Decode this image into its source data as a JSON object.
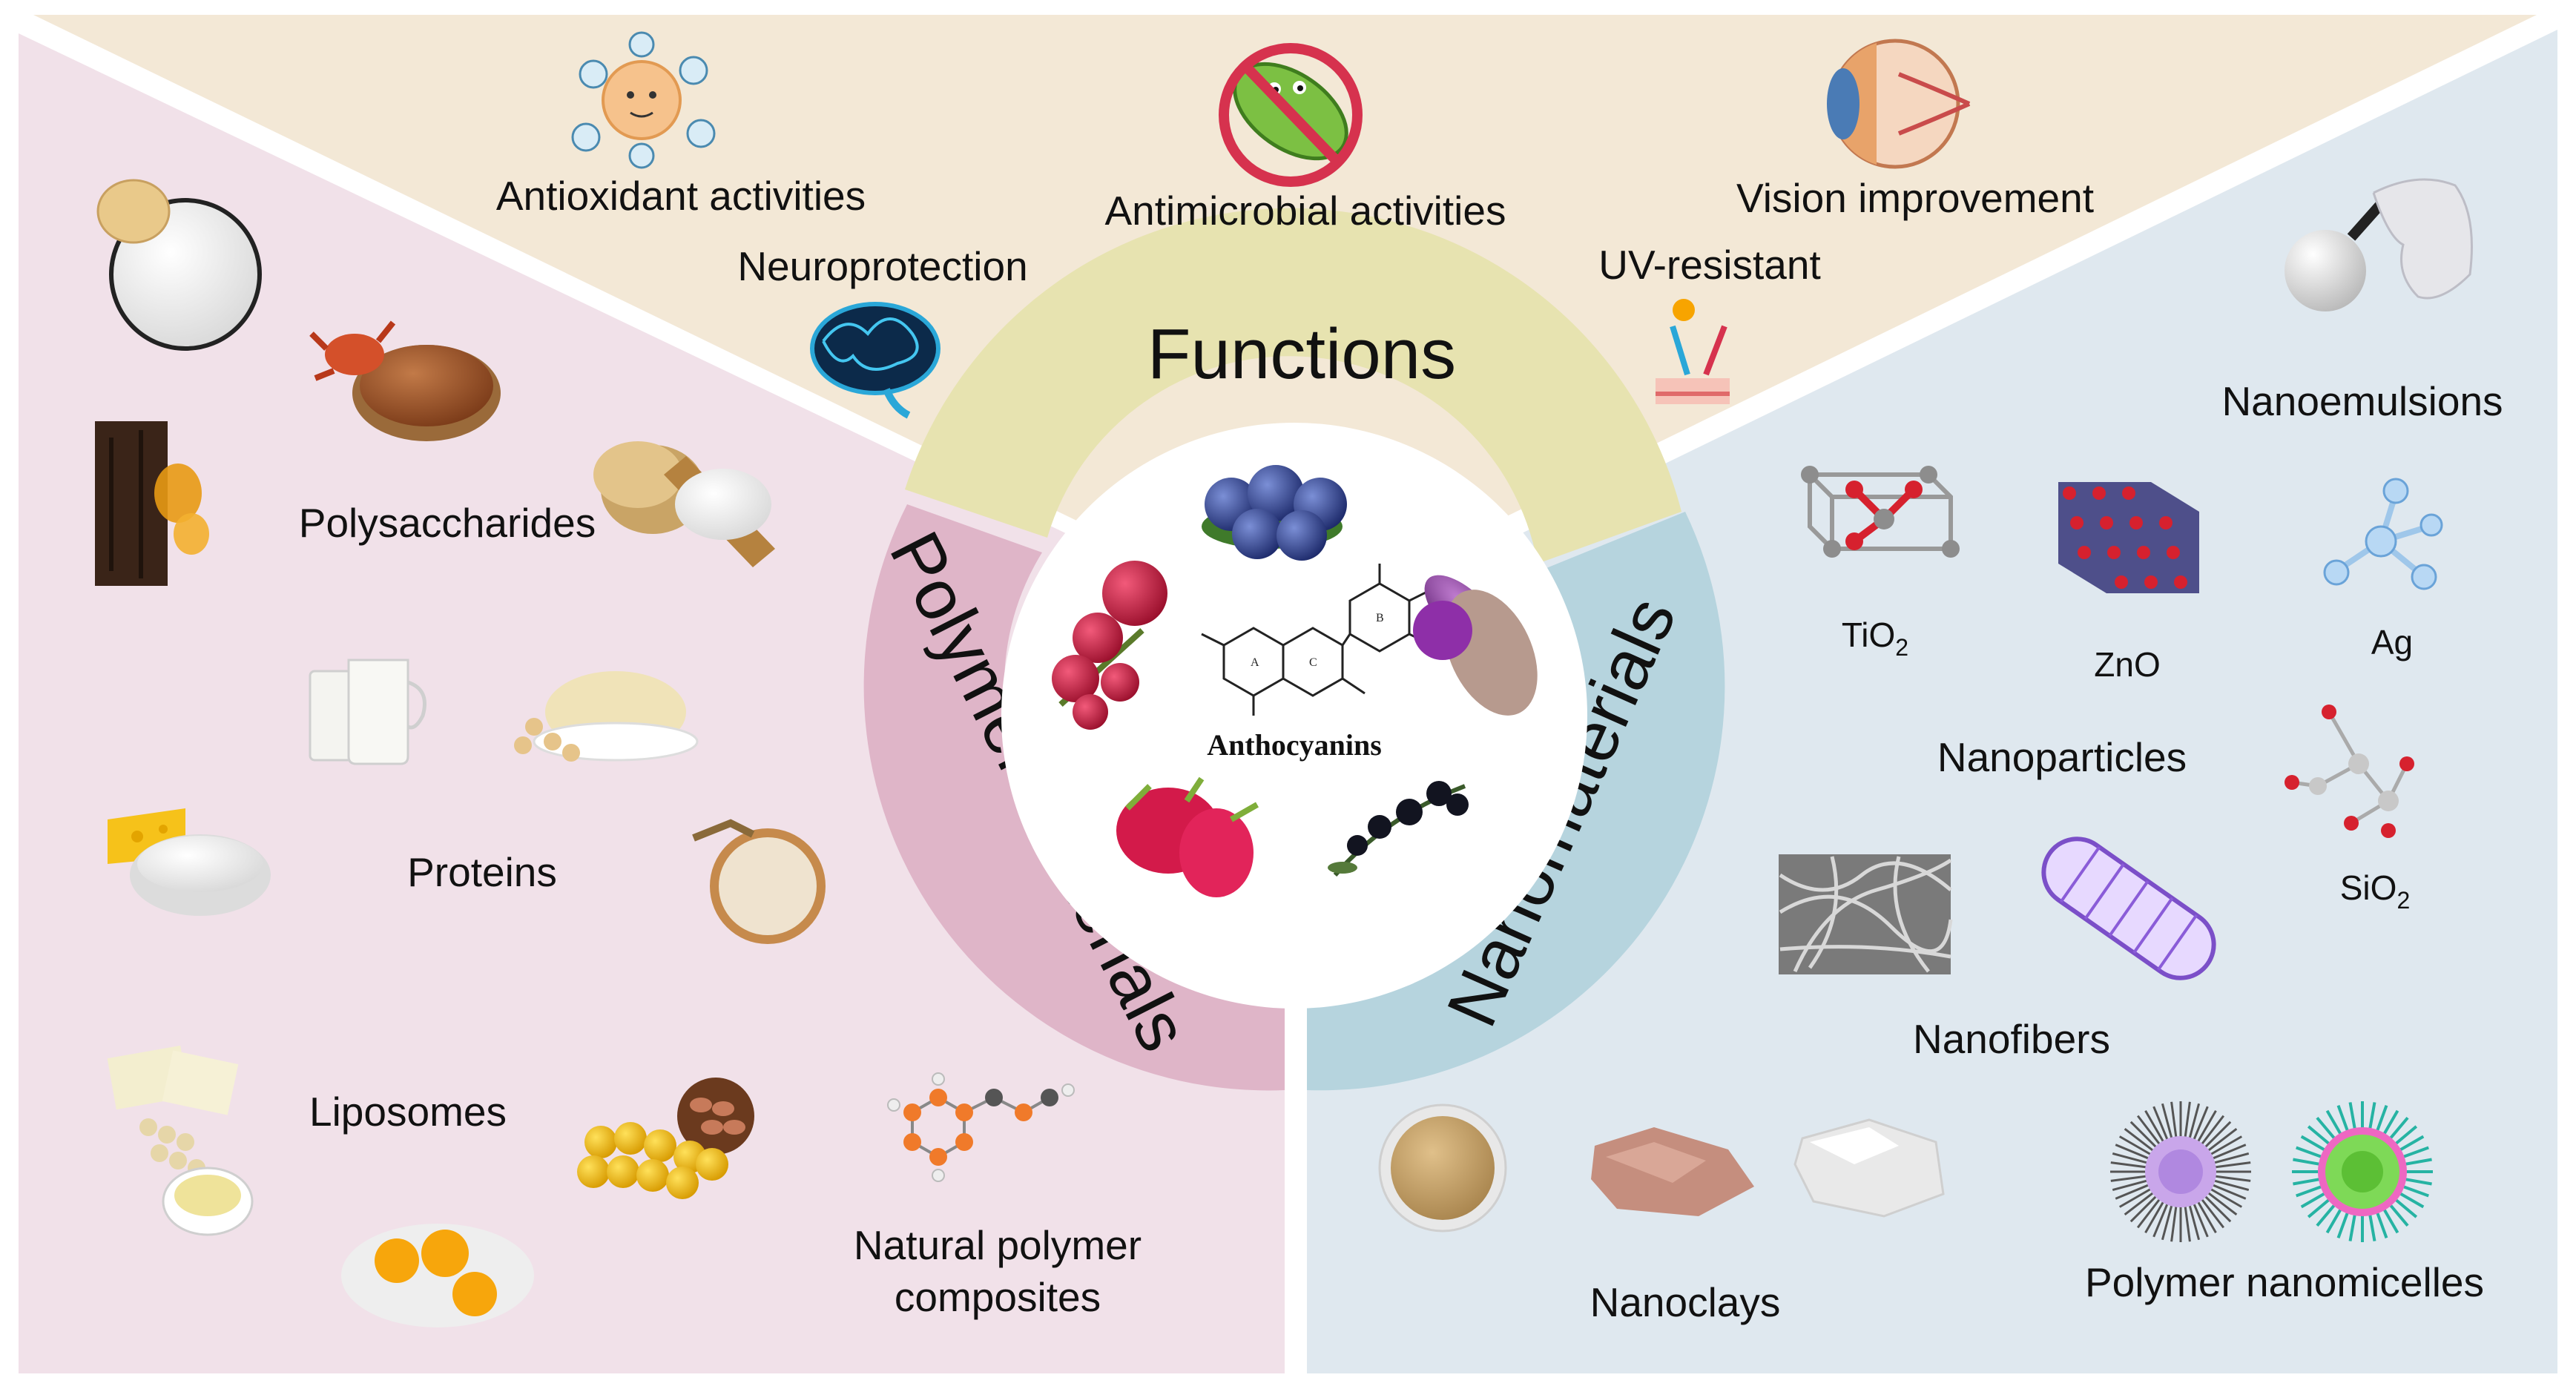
{
  "center": {
    "label": "Anthocyanins"
  },
  "ring": {
    "functions": "Functions",
    "polymer": "Polymer materials",
    "nano": "Nanomaterials"
  },
  "functions": {
    "antioxidant": "Antioxidant activities",
    "antimicrobial": "Antimicrobial activities",
    "vision": "Vision improvement",
    "neuroprotection": "Neuroprotection",
    "uv": "UV-resistant"
  },
  "polymer": {
    "polysaccharides": "Polysaccharides",
    "proteins": "Proteins",
    "liposomes": "Liposomes",
    "composites_line1": "Natural polymer",
    "composites_line2": "composites"
  },
  "nano": {
    "nanoemulsions": "Nanoemulsions",
    "tio2_base": "TiO",
    "tio2_sub": "2",
    "zno": "ZnO",
    "ag": "Ag",
    "nanoparticles": "Nanoparticles",
    "sio2_base": "SiO",
    "sio2_sub": "2",
    "nanofibers": "Nanofibers",
    "nanoclays": "Nanoclays",
    "micelles": "Polymer nanomicelles"
  },
  "colors": {
    "functions_bg": "#f3e8d6",
    "polymer_bg": "#f1e1e9",
    "nano_bg": "#dfe8ef",
    "functions_ring": "#e7e3b0",
    "polymer_ring": "#dfb5c8",
    "nano_ring": "#b6d4de"
  }
}
